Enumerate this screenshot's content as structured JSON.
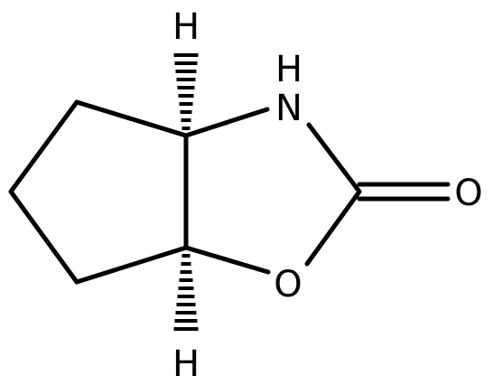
{
  "atoms": {
    "nh_n": "N",
    "nh_h": "H",
    "ring_o": "O",
    "carbonyl_o": "O",
    "stereo_h_top": "H",
    "stereo_h_bottom": "H"
  }
}
